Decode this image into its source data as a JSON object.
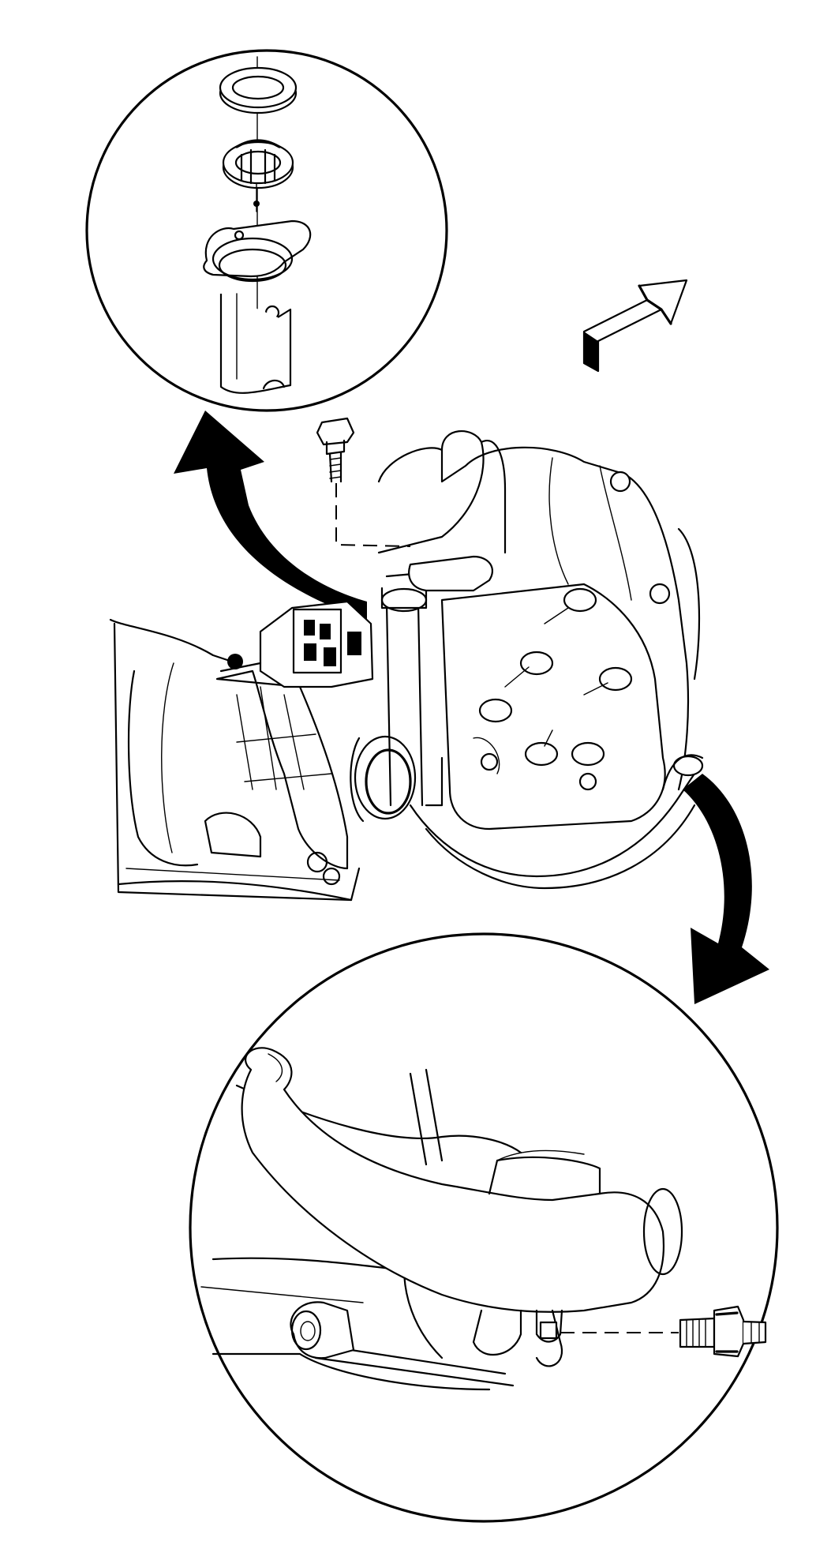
{
  "figure": {
    "background": "#ffffff",
    "ink": "#000000",
    "parts": [
      "thermostat-housing-detail",
      "direction-arrow",
      "engine-assembly",
      "coolant-pipe-detail"
    ]
  }
}
